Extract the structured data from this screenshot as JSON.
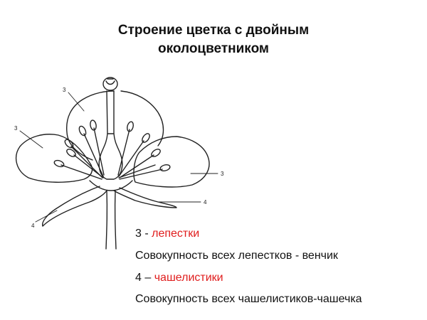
{
  "title": {
    "line1": "Строение цветка с двойным",
    "line2": "околоцветником"
  },
  "diagram": {
    "callouts": [
      "3",
      "3",
      "3",
      "4",
      "4"
    ]
  },
  "legend": {
    "items": [
      {
        "number": "3",
        "separator": " - ",
        "term": "лепестки"
      },
      {
        "text": "Совокупность всех лепестков - венчик"
      },
      {
        "number": "4",
        "separator": " – ",
        "term": "чашелистики"
      },
      {
        "text": "Совокупность всех чашелистиков-чашечка"
      }
    ]
  },
  "colors": {
    "accent": "#e01d1d",
    "text": "#111111",
    "line": "#222222",
    "background": "#ffffff"
  }
}
